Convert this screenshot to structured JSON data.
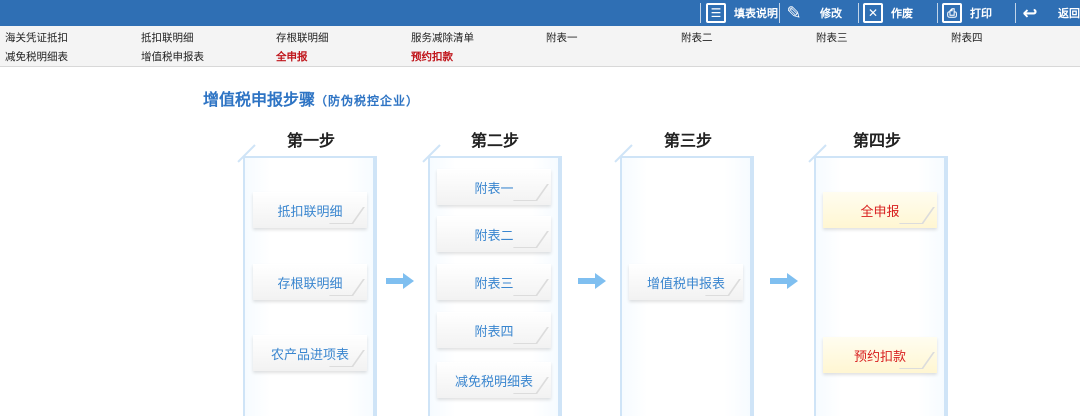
{
  "toolbar": {
    "fill_guide": "填表说明",
    "modify": "修改",
    "void": "作废",
    "print": "打印",
    "back": "返回"
  },
  "menu": {
    "row1": [
      "海关凭证抵扣",
      "抵扣联明细",
      "存根联明细",
      "服务减除清单",
      "附表一",
      "附表二",
      "附表三",
      "附表四"
    ],
    "row2": [
      "减免税明细表",
      "增值税申报表",
      "全申报",
      "预约扣款"
    ]
  },
  "main": {
    "title": "增值税申报步骤",
    "subtitle": "（防伪税控企业）",
    "steps": [
      {
        "heading": "第一步",
        "items": [
          "抵扣联明细",
          "存根联明细",
          "农产品进项表"
        ]
      },
      {
        "heading": "第二步",
        "items": [
          "附表一",
          "附表二",
          "附表三",
          "附表四",
          "减免税明细表"
        ]
      },
      {
        "heading": "第三步",
        "items": [
          "增值税申报表"
        ]
      },
      {
        "heading": "第四步",
        "items": [
          "全申报",
          "预约扣款"
        ]
      }
    ]
  },
  "colors": {
    "toolbar_bg": "#2f6fb4",
    "accent_blue": "#2e74c4",
    "highlight_red": "#c0161c",
    "arrow_blue": "#7fbff0"
  }
}
